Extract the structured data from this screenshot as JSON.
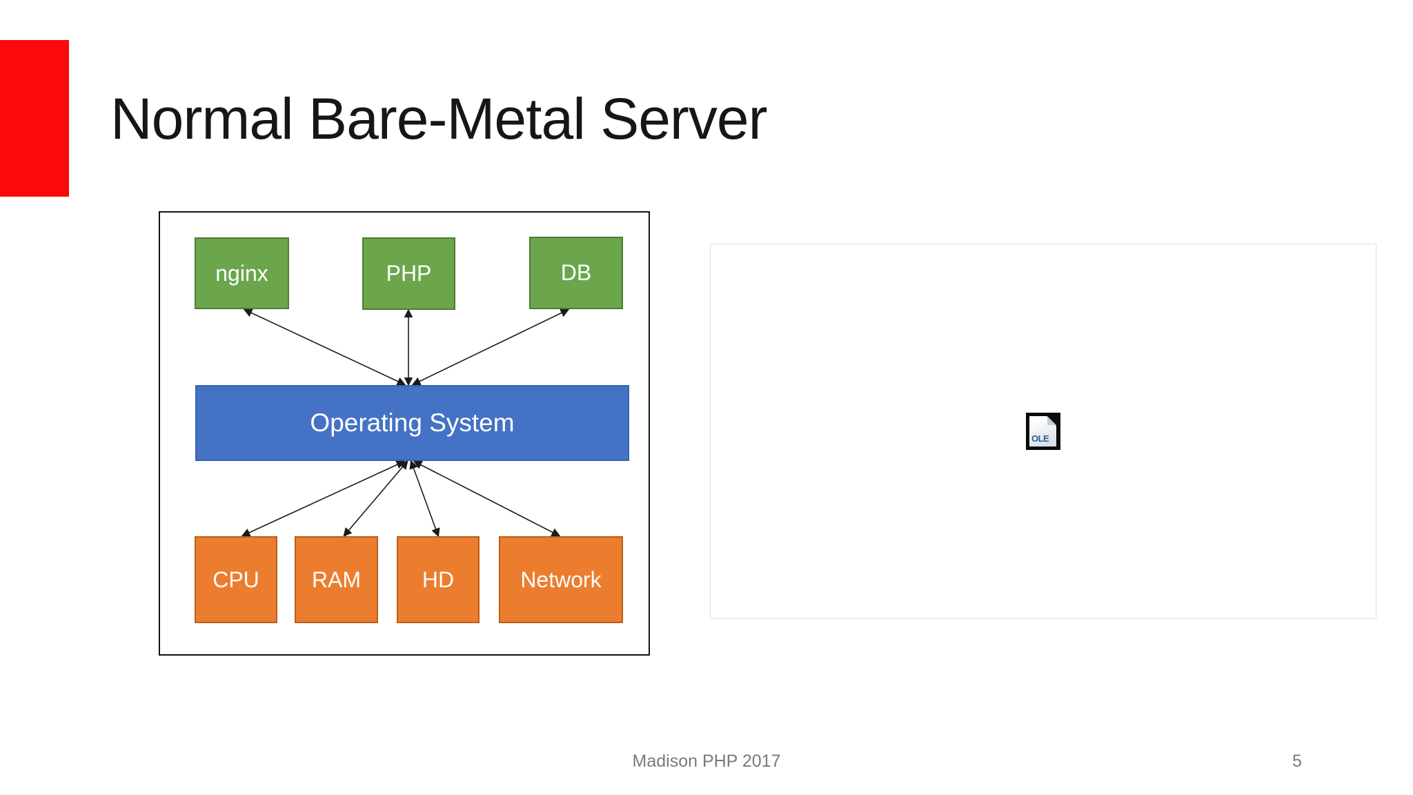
{
  "slide": {
    "title": "Normal Bare-Metal Server",
    "footer": "Madison PHP 2017",
    "page_number": "5"
  },
  "diagram": {
    "apps": [
      {
        "label": "nginx"
      },
      {
        "label": "PHP"
      },
      {
        "label": "DB"
      }
    ],
    "os": {
      "label": "Operating System"
    },
    "hardware": [
      {
        "label": "CPU"
      },
      {
        "label": "RAM"
      },
      {
        "label": "HD"
      },
      {
        "label": "Network"
      }
    ],
    "connections": [
      "OS <-> nginx",
      "OS <-> PHP",
      "OS <-> DB",
      "OS <-> CPU",
      "OS <-> RAM",
      "OS <-> HD",
      "OS <-> Network"
    ],
    "colors": {
      "app_fill": "#6ba64d",
      "app_border": "#4e7a33",
      "os_fill": "#4472c4",
      "os_border": "#3763ae",
      "hardware_fill": "#ec7d2f",
      "hardware_border": "#bc5d17",
      "box_text": "#ffffff",
      "outline": "#111111",
      "arrow": "#1a1a1a"
    }
  },
  "ole_placeholder": {
    "label": "OLE",
    "label_color": "#2d5c8f",
    "panel_border_color": "#e1e1e5"
  },
  "theme": {
    "accent_red": "#fa0a0a",
    "title_color": "#161616",
    "footer_color": "#7a7a7e",
    "background": "#ffffff"
  }
}
